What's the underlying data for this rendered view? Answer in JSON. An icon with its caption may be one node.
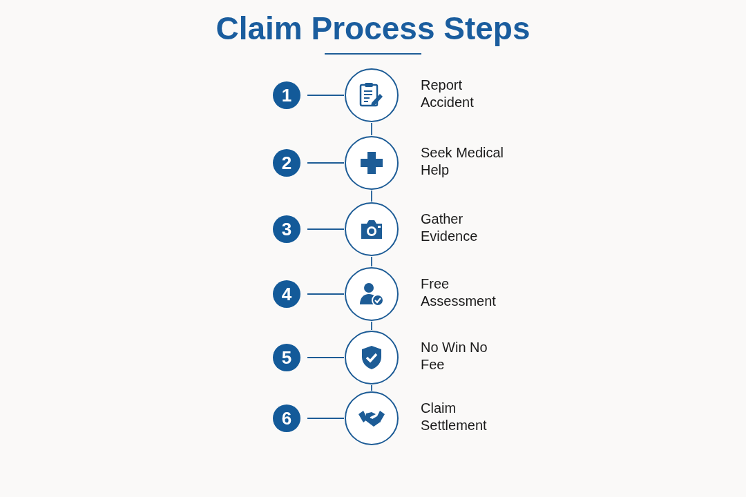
{
  "diagram": {
    "title": "Claim Process Steps",
    "nodes": [
      {
        "text": [
          "1"
        ]
      },
      {
        "text": [],
        "shape": "circle",
        "beside": [
          "Report Accident"
        ]
      },
      {
        "text": [
          "2"
        ]
      },
      {
        "text": [],
        "shape": "circle",
        "beside": [
          "Seek Medical Help"
        ]
      },
      {
        "text": [
          "3"
        ]
      },
      {
        "text": [],
        "shape": "circle",
        "beside": [
          "Gather Evidence"
        ]
      },
      {
        "text": [
          "4"
        ]
      },
      {
        "text": [],
        "shape": "circle",
        "beside": [
          "Free Assessment"
        ]
      },
      {
        "text": [
          "5"
        ]
      },
      {
        "text": [],
        "shape": "circle",
        "beside": [
          "No Win No Fee"
        ]
      },
      {
        "text": [
          "6"
        ]
      },
      {
        "text": [],
        "shape": "circle",
        "beside": [
          "Claim Settlement"
        ]
      }
    ],
    "edges": [
      {
        "from": 0,
        "to": 1,
        "arrow": "none"
      },
      {
        "from": 1,
        "to": 3,
        "arrow": "none"
      },
      {
        "from": 2,
        "to": 3,
        "arrow": "none"
      },
      {
        "from": 3,
        "to": 5,
        "arrow": "none"
      },
      {
        "from": 4,
        "to": 5,
        "arrow": "none"
      },
      {
        "from": 5,
        "to": 7,
        "arrow": "none"
      },
      {
        "from": 6,
        "to": 7,
        "arrow": "none"
      },
      {
        "from": 7,
        "to": 9,
        "arrow": "none"
      },
      {
        "from": 8,
        "to": 9,
        "arrow": "none"
      },
      {
        "from": 9,
        "to": 11,
        "arrow": "none"
      },
      {
        "from": 10,
        "to": 11,
        "arrow": "none"
      }
    ]
  }
}
